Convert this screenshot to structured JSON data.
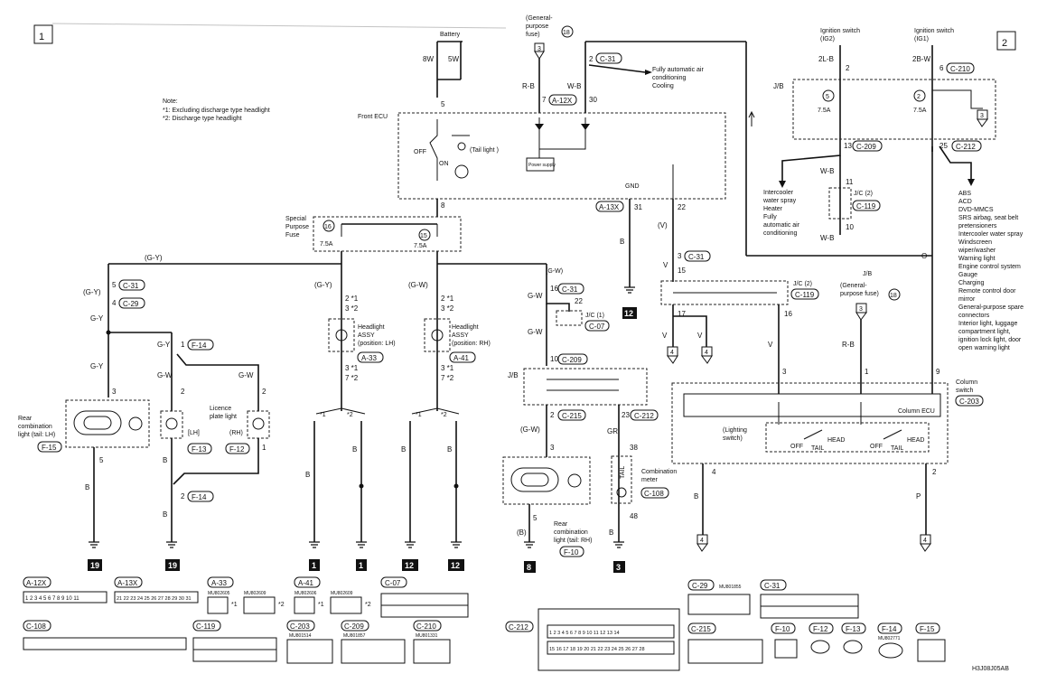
{
  "page_markers": {
    "left": "1",
    "right": "2"
  },
  "note": {
    "title": "Note:",
    "line1": "*1: Excluding discharge type headlight",
    "line2": "*2: Discharge type headlight"
  },
  "top": {
    "battery": "Battery",
    "w8w": "8W",
    "w5w": "5W",
    "pin5": "5",
    "gp_fuse_label": "(General-purpose fuse)",
    "gp_fuse_num": "18",
    "gp_fuse_3": "3",
    "w_rb": "R-B",
    "pin7": "7",
    "a12x": "A-12X",
    "w_wb": "W-B",
    "pin30": "30",
    "pin2": "2",
    "c31": "C-31",
    "ac_text1": "Fully automatic air",
    "ac_text2": "conditioning",
    "ac_text3": "Cooling",
    "front_ecu": "Front ECU",
    "off": "OFF",
    "on": "ON",
    "tail_light": "(Tail light )",
    "power_supply": "Power supply",
    "gnd": "GND",
    "pin8": "8"
  },
  "spf": {
    "label": "Special Purpose Fuse",
    "f16": "16",
    "f15": "15",
    "amp16": "7.5A",
    "amp15": "7.5A"
  },
  "wires": {
    "gy": "(G-Y)",
    "gw": "(G-W)",
    "gy_plain": "G-Y",
    "gw_plain": "G-W",
    "b": "B",
    "v": "V",
    "o": "O",
    "p": "P",
    "gr": "GR",
    "b_paren": "(B)",
    "v_paren": "(V)",
    "wb": "W-B",
    "twolb": "2L-B",
    "twobw": "2B-W",
    "rb": "R-B"
  },
  "left_col": {
    "p5": "5",
    "c31": "C-31",
    "p4": "4",
    "c29": "C-29",
    "p3": "3",
    "rear_comb": "Rear combination light (tail: LH)",
    "f15": "F-15",
    "p5b": "5",
    "gnd19a": "19"
  },
  "licence": {
    "p1": "1",
    "f14": "F-14",
    "p2": "2",
    "p2b": "2",
    "lh": "[LH]",
    "rh": "(RH)",
    "label": "Licence plate light",
    "f13": "F-13",
    "f12": "F-12",
    "p1b": "1",
    "p2c": "2",
    "f14b": "F-14",
    "gnd19b": "19"
  },
  "headlights": {
    "lh_label": "Headlight ASSY (position: LH)",
    "rh_label": "Headlight ASSY (position: RH)",
    "a33": "A-33",
    "a41": "A-41",
    "p2s1": "2 *1",
    "p3s2": "3 *2",
    "p3s1": "3 *1",
    "p7s2": "7 *2",
    "s1": "*1",
    "s2": "*2",
    "gnd1a": "1",
    "gnd1b": "1",
    "gnd12a": "12",
    "gnd12b": "12"
  },
  "center": {
    "a13x": "A-13X",
    "p31": "31",
    "p22": "22",
    "p16": "16",
    "c31": "C-31",
    "p22b": "22",
    "jc1": "J/C (1)",
    "c07": "C-07",
    "gnd12c": "12",
    "p10": "10",
    "c209": "C-209",
    "jb": "J/B",
    "p2": "2",
    "c215": "C-215",
    "p23": "23",
    "c212": "C-212",
    "p3": "3",
    "p38": "38",
    "tail": "TAIL",
    "comb_meter": "Combination meter",
    "c108": "C-108",
    "rear_comb_rh": "Rear combination light (tail: RH)",
    "f10": "F-10",
    "p5": "5",
    "p48": "48",
    "gnd8": "8",
    "gnd3": "3"
  },
  "right": {
    "p3": "3",
    "c31": "C-31",
    "p15": "15",
    "jc2": "J/C (2)",
    "c119": "C-119",
    "p17": "17",
    "p16": "16",
    "arrow4a": "4",
    "arrow4b": "4",
    "p3b": "3",
    "p1": "1",
    "p9": "9",
    "column_switch": "Column switch",
    "c203": "C-203",
    "column_ecu": "Column ECU",
    "lighting_switch": "(Lighting switch)",
    "off": "OFF",
    "tail": "TAIL",
    "head": "HEAD",
    "p4": "4",
    "p2": "2",
    "arrow4c": "4",
    "arrow4d": "4",
    "jb": "J/B",
    "gp_fuse": "(General-purpose fuse)",
    "gp18": "18",
    "gp3": "3"
  },
  "ign": {
    "ig2": "Ignition switch (IG2)",
    "ig1": "Ignition switch (IG1)",
    "p2": "2",
    "p6": "6",
    "c210": "C-210",
    "jb": "J/B",
    "f5": "5",
    "f2": "2",
    "amp5": "7.5A",
    "amp2": "7.5A",
    "f3": "3",
    "p13": "13",
    "c209": "C-209",
    "p25": "25",
    "c212": "C-212",
    "p11": "11",
    "jc2": "J/C (2)",
    "c119": "C-119",
    "p10": "10",
    "intercooler": [
      "Intercooler",
      "water spray",
      "Heater",
      "Fully",
      "automatic air",
      "conditioning"
    ],
    "abs_list": [
      "ABS",
      "ACD",
      "DVD-MMCS",
      "SRS airbag, seat belt",
      "pretensioners",
      "Intercooler water spray",
      "Windscreen",
      "wiper/washer",
      "Warning light",
      "Engine control system",
      "Gauge",
      "Charging",
      "Remote control door",
      "mirror",
      "General-purpose spare",
      "connectors",
      "Interior light, luggage",
      "compartment light,",
      "ignition lock light, door",
      "open warning light"
    ]
  },
  "connectors": {
    "a12x": "A-12X",
    "a13x": "A-13X",
    "a33": "A-33",
    "a41": "A-41",
    "c07": "C-07",
    "c108": "C-108",
    "c119": "C-119",
    "c203": "C-203",
    "c209": "C-209",
    "c210": "C-210",
    "c212": "C-212",
    "c29": "C-29",
    "c31": "C-31",
    "c215": "C-215",
    "f10": "F-10",
    "f12": "F-12",
    "f13": "F-13",
    "f14": "F-14",
    "f15": "F-15",
    "mu_a33a": "MU802605",
    "mu_a33b": "MU802609",
    "mu_a41a": "MU802606",
    "mu_a41b": "MU802609",
    "mu_c203": "MU801514",
    "mu_c209": "MU801857",
    "mu_c210": "MU801331",
    "mu_c29": "MU801855",
    "mu_f14": "MU802771",
    "s1": "*1",
    "s2": "*2",
    "s1b": "*1",
    "s2b": "*2",
    "a12x_pins": "1 2 3 4 5 6 7 8 9 10 11",
    "a13x_pins": "21 22 23 24 25 26 27 28 29 30 31",
    "c212_row1": "1 2 3 4 5 6 7 8 9 10 11 12 13 14",
    "c212_row2": "15 16 17 18 19 20 21 22 23 24 25 26 27 28"
  },
  "code": "H3J08J05AB"
}
